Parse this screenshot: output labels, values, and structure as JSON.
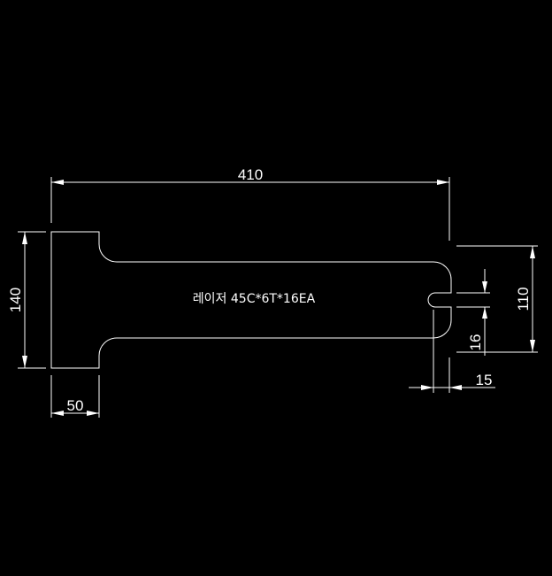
{
  "drawing": {
    "background_color": "#000000",
    "line_color": "#ffffff",
    "dimensions": {
      "overall_length": "410",
      "height_left": "140",
      "flange_width": "50",
      "height_right": "110",
      "slot_width": "16",
      "slot_depth": "15"
    },
    "note": "레이저 45C*6T*16EA"
  }
}
